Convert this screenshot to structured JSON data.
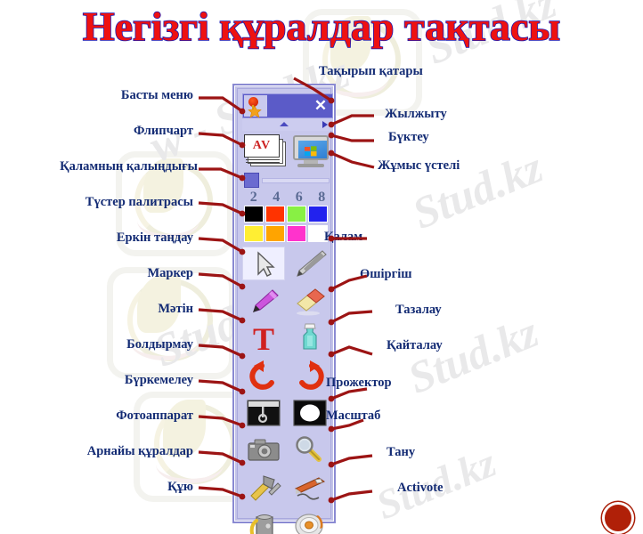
{
  "page": {
    "title": "Негізгі құралдар тақтасы",
    "title_color": "#ee1111",
    "title_outline_color": "#1a1ab4",
    "background": "#ffffff",
    "label_color": "#132b74",
    "connector_color": "#9c1414"
  },
  "watermarks": [
    {
      "text": "Stud.kz"
    },
    {
      "text": "w - Stud.kz"
    },
    {
      "text": "Stud.kz"
    },
    {
      "text": "Stud.kz"
    },
    {
      "text": "Stud.kz"
    },
    {
      "text": "Stud.kz"
    }
  ],
  "toolbar": {
    "panel_bg": "#c8c8ec",
    "panel_border": "#8a8ad2",
    "titlebar": {
      "bg": "#5b5bc8",
      "close_label": "✕",
      "icon_name": "activstudio-logo"
    },
    "subbar": {
      "collapse_icon": "chevron-up-icon",
      "move_icon": "arrow-right-icon"
    },
    "flipchart": {
      "label": "AV",
      "icon_name": "flipchart-icon"
    },
    "desktop": {
      "icon_name": "desktop-icon"
    },
    "pen_width": {
      "handle_color": "#6b6bd0",
      "ticks": [
        "2",
        "4",
        "6",
        "8"
      ]
    },
    "palette": {
      "row1": [
        "#000000",
        "#ff3300",
        "#88f044",
        "#2222ee"
      ],
      "row2": [
        "#ffee33",
        "#ffa400",
        "#ff33cc",
        "#ffffff"
      ]
    },
    "tools": [
      {
        "name": "select-tool",
        "icon": "cursor-arrow-icon",
        "selected": true
      },
      {
        "name": "pen-tool",
        "icon": "pen-icon",
        "selected": false
      },
      {
        "name": "marker-tool",
        "icon": "highlighter-icon",
        "selected": false
      },
      {
        "name": "eraser-tool",
        "icon": "eraser-icon",
        "selected": false
      },
      {
        "name": "text-tool",
        "icon": "letter-t-icon",
        "selected": false
      },
      {
        "name": "clear-tool",
        "icon": "cleaner-bottle-icon",
        "selected": false
      },
      {
        "name": "undo-tool",
        "icon": "undo-arrow-icon",
        "selected": false
      },
      {
        "name": "redo-tool",
        "icon": "redo-arrow-icon",
        "selected": false
      },
      {
        "name": "curtain-tool",
        "icon": "curtain-icon",
        "selected": false
      },
      {
        "name": "spotlight-tool",
        "icon": "spotlight-icon",
        "selected": false
      },
      {
        "name": "camera-tool",
        "icon": "camera-icon",
        "selected": false
      },
      {
        "name": "zoom-tool",
        "icon": "magnifier-icon",
        "selected": false
      },
      {
        "name": "special-tools",
        "icon": "hammer-wrench-icon",
        "selected": false
      },
      {
        "name": "recognition-tool",
        "icon": "handsaw-icon",
        "selected": false
      },
      {
        "name": "fill-tool",
        "icon": "paint-can-icon",
        "selected": false
      },
      {
        "name": "activote-tool",
        "icon": "activote-disc-icon",
        "selected": false
      }
    ]
  },
  "callouts_left": [
    {
      "id": "main-menu",
      "text": "Басты меню"
    },
    {
      "id": "flipchart",
      "text": "Флипчарт"
    },
    {
      "id": "pen-width",
      "text": "Қаламның қалыңдығы"
    },
    {
      "id": "color-palette",
      "text": "Түстер палитрасы"
    },
    {
      "id": "free-select",
      "text": "Еркін таңдау"
    },
    {
      "id": "marker",
      "text": "Маркер"
    },
    {
      "id": "text",
      "text": "Мәтін"
    },
    {
      "id": "undo",
      "text": "Болдырмау"
    },
    {
      "id": "curtain",
      "text": "Бүркемелеу"
    },
    {
      "id": "camera",
      "text": "Фотоаппарат"
    },
    {
      "id": "special",
      "text": "Арнайы құралдар"
    },
    {
      "id": "fill",
      "text": "Құю"
    }
  ],
  "callouts_right": [
    {
      "id": "title-bar",
      "text": "Тақырып қатары"
    },
    {
      "id": "move",
      "text": "Жылжыту"
    },
    {
      "id": "collapse",
      "text": "Бүктеу"
    },
    {
      "id": "desktop",
      "text": "Жұмыс үстелі"
    },
    {
      "id": "pen",
      "text": "Қалам"
    },
    {
      "id": "eraser",
      "text": "Өшіргіш"
    },
    {
      "id": "clear",
      "text": "Тазалау"
    },
    {
      "id": "redo",
      "text": "Қайталау"
    },
    {
      "id": "spotlight",
      "text": "Прожектор"
    },
    {
      "id": "scale",
      "text": "Масштаб"
    },
    {
      "id": "recognize",
      "text": "Тану"
    },
    {
      "id": "activote",
      "text": "Activote"
    }
  ],
  "record_dot": {
    "color": "#b02008"
  }
}
